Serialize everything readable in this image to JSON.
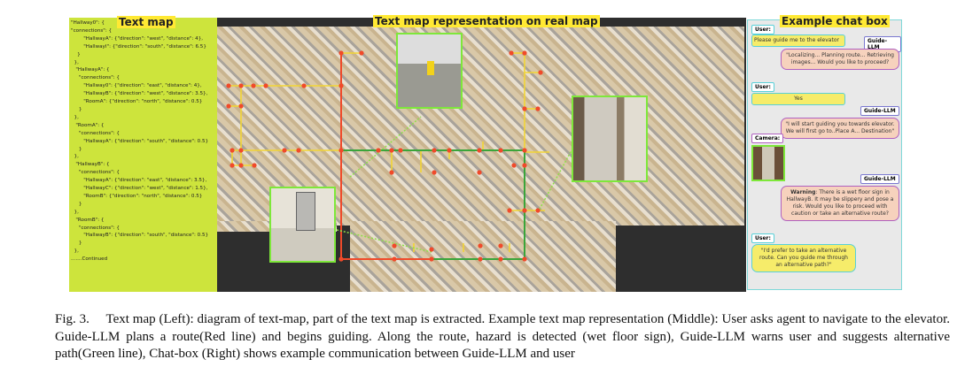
{
  "text_map": {
    "title": "Text map",
    "content": "\"Hallway0\": {\n\"connections\": {\n        \"HallwayA\": {\"direction\": \"west\", \"distance\": 4},\n        \"HallwayI\": {\"direction\": \"south\", \"distance\": 6.5}\n    }\n  },\n   \"HallwayA\": {\n     \"connections\": {\n        \"Hallway0\": {\"direction\": \"east\", \"distance\": 4},\n        \"HallwayB\": {\"direction\": \"west\", \"distance\": 3.5},\n        \"RoomA\": {\"direction\": \"north\", \"distance\": 0.5}\n     }\n  },\n   \"RoomA\": {\n     \"connections\": {\n        \"HallwayA\": {\"direction\": \"south\", \"distance\": 0.5}\n     }\n  },\n   \"HallwayB\": {\n     \"connections\": {\n        \"HallwayA\": {\"direction\": \"east\", \"distance\": 3.5},\n        \"HallwayC\": {\"direction\": \"west\", \"distance\": 1.5},\n        \"RoomB\": {\"direction\": \"north\", \"distance\": 0.5}\n     }\n  },\n   \"RoomB\": {\n     \"connections\": {\n        \"HallwayB\": {\"direction\": \"south\", \"distance\": 0.5}\n     }\n  },\n.......Continued"
  },
  "map": {
    "title": "Text map representation on real map"
  },
  "chat": {
    "title": "Example chat box",
    "messages": [
      {
        "speaker": "User:",
        "text": "Please guide me to the elevator"
      },
      {
        "speaker": "Guide-LLM",
        "text": "\"Localizing... Planning route... Retrieving images... Would you like to proceed?"
      },
      {
        "speaker": "User:",
        "text": "Yes"
      },
      {
        "speaker": "Guide-LLM",
        "text": "\"I will start guiding you towards elevator. We will first go to..Place A... Destination\""
      },
      {
        "speaker": "Camera:",
        "text": ""
      },
      {
        "speaker": "Guide-LLM",
        "bold": "Warning",
        "text": ": There is a wet floor sign in HallwayB. It may be slippery and pose a risk. Would you like to proceed with caution or take an alternative route?"
      },
      {
        "speaker": "User:",
        "text": "\"I'd prefer to take an alternative route. Can you guide me through an alternative path?\""
      }
    ]
  },
  "caption": "Fig. 3.  Text map (Left): diagram of text-map, part of the text map is extracted. Example text map representation (Middle): User asks agent to navigate to the elevator. Guide-LLM plans a route(Red line) and begins guiding. Along the route, hazard is detected (wet floor sign), Guide-LLM warns user and suggests alternative path(Green line), Chat-box (Right) shows example communication between Guide-LLM and user",
  "colors": {
    "route": "#f04a2a",
    "alternative": "#3aa53a",
    "graph": "#f2d533",
    "node": "#f04a2a"
  }
}
